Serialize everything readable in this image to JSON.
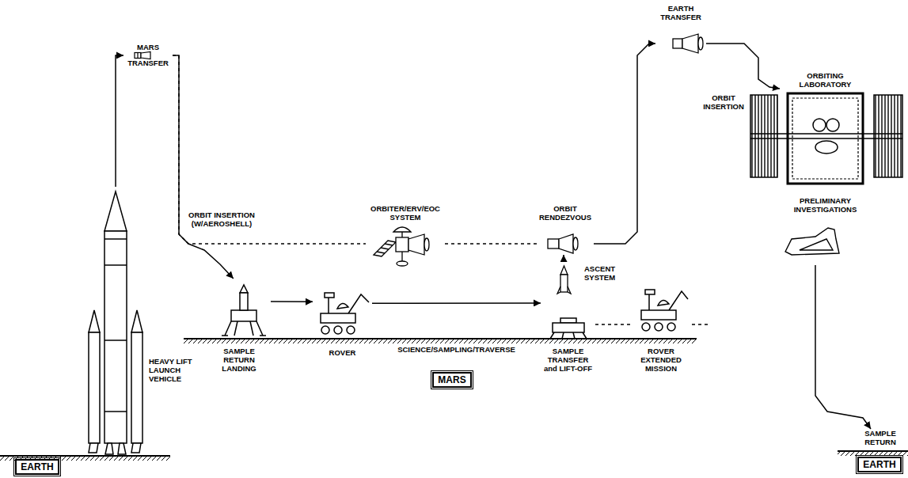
{
  "diagram": {
    "nodes": [
      {
        "text": [
          "HEAVY LIFT LAUNCH VEHICLE"
        ]
      },
      {
        "text": [
          "EARTH"
        ]
      },
      {
        "text": [
          "MARS TRANSFER"
        ]
      },
      {
        "text": [
          "SAMPLE RETURN LANDING"
        ]
      },
      {
        "text": [
          "ROVER"
        ]
      },
      {
        "text": [
          "SAMPLE TRANSFER and LIFT-OFF"
        ]
      },
      {
        "text": [
          "ROVER EXTENDED MISSION"
        ]
      },
      {
        "text": [
          "MARS"
        ]
      },
      {
        "text": [
          "ORBITER/ERV/EOC SYSTEM"
        ]
      },
      {
        "text": [
          "ASCENT SYSTEM"
        ]
      },
      {
        "text": [
          "ORBIT RENDEZVOUS"
        ]
      },
      {
        "text": [
          "EARTH TRANSFER"
        ]
      },
      {
        "text": [
          "ORBITING LABORATORY",
          "PRELIMINARY INVESTIGATIONS"
        ]
      },
      {
        "text": [
          "SAMPLE RETURN"
        ]
      },
      {
        "text": [
          "EARTH"
        ]
      }
    ],
    "edges": [
      {
        "from": 0,
        "to": 2,
        "arrow": "to"
      },
      {
        "from": 2,
        "to": 3,
        "arrow": "to"
      },
      {
        "from": 2,
        "to": 8,
        "arrow": "none"
      },
      {
        "from": 8,
        "to": 10,
        "arrow": "none"
      },
      {
        "from": 3,
        "to": 4,
        "arrow": "to"
      },
      {
        "from": 4,
        "to": 5,
        "label": "SCIENCE/SAMPLING/TRAVERSE",
        "arrow": "to"
      },
      {
        "from": 5,
        "to": 6,
        "arrow": "none"
      },
      {
        "from": 9,
        "to": 10,
        "arrow": "to"
      },
      {
        "from": 10,
        "to": 11,
        "arrow": "to"
      },
      {
        "from": 11,
        "to": 12,
        "arrow": "to"
      },
      {
        "from": 12,
        "to": 13,
        "arrow": "to"
      }
    ],
    "labels": [
      "ORBIT INSERTION (W/AEROSHELL)",
      "ORBIT INSERTION"
    ]
  }
}
